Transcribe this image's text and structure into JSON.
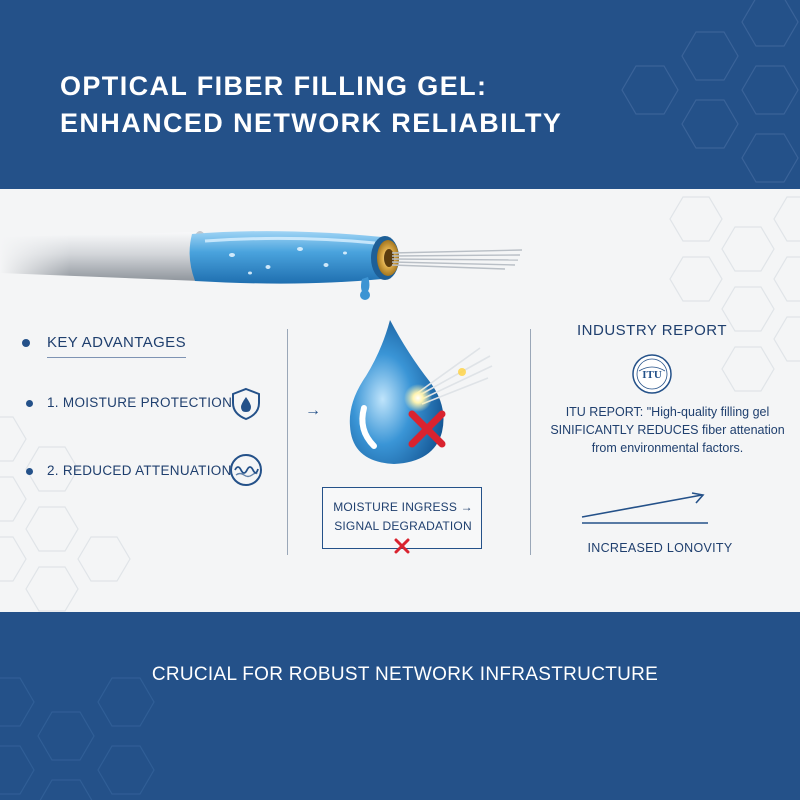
{
  "header": {
    "title": "OPTICAL FIBER FILLING GEL: ENHANCED NETWORK RELIABILTY"
  },
  "advantages": {
    "title": "KEY ADVANTAGES",
    "items": [
      {
        "label": "1. MOISTURE PROTECTION",
        "icon": "shield-drop-icon"
      },
      {
        "label": "2. REDUCED ATTENUATION",
        "icon": "wave-signal-icon"
      }
    ]
  },
  "center": {
    "arrow": "→",
    "box_line1": "MOISTURE INGRESS →",
    "box_line2": "SIGNAL DEGRADATION"
  },
  "report": {
    "title": "INDUSTRY REPORT",
    "seal_text": "ITU",
    "quote": "ITU REPORT: \"High-quality filling gel SINIFICANTLY REDUCES fiber attenation from environmental factors.",
    "longevity": "INCREASED LONOVITY"
  },
  "footer": {
    "tagline": "CRUCIAL FOR ROBUST NETWORK INFRASTRUCTURE"
  },
  "colors": {
    "navy": "#245189",
    "gel_blue": "#4aa3dd",
    "red_x": "#d9232f",
    "text_navy": "#1f3f6e"
  }
}
